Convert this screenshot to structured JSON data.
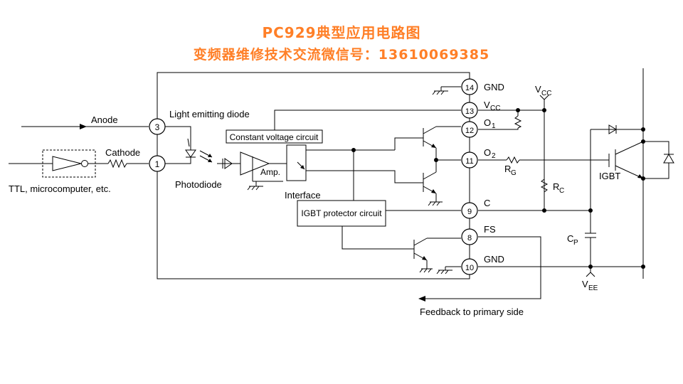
{
  "header": {
    "title": "PC929典型应用电路图",
    "subtitle": "变频器维修技术交流微信号：13610069385",
    "title_color": "#ff7f27"
  },
  "diagram": {
    "inputs": {
      "anode": "Anode",
      "cathode": "Cathode",
      "ttl": "TTL, microcomputer, etc.",
      "led": "Light emitting diode",
      "photodiode": "Photodiode"
    },
    "blocks": {
      "constant_voltage": "Constant voltage circuit",
      "amp": "Amp.",
      "interface": "Interface",
      "igbt_protector": "IGBT protector circuit"
    },
    "pins": {
      "p14": "14",
      "p13": "13",
      "p12": "12",
      "p11": "11",
      "p9": "9",
      "p8": "8",
      "p10": "10",
      "p3": "3",
      "p1": "1"
    },
    "pin_labels": {
      "gnd_top": "GND",
      "vcc_v": "V",
      "vcc_sub": "CC",
      "o1": "O",
      "o1_sub": "1",
      "o2": "O",
      "o2_sub": "2",
      "c": "C",
      "fs": "FS",
      "gnd_bottom": "GND"
    },
    "external": {
      "vcc_top": "V",
      "vcc_top_sub": "CC",
      "rg": "R",
      "rg_sub": "G",
      "rc": "R",
      "rc_sub": "C",
      "cp": "C",
      "cp_sub": "P",
      "vee": "V",
      "vee_sub": "EE",
      "igbt": "IGBT",
      "feedback": "Feedback to primary side"
    }
  }
}
